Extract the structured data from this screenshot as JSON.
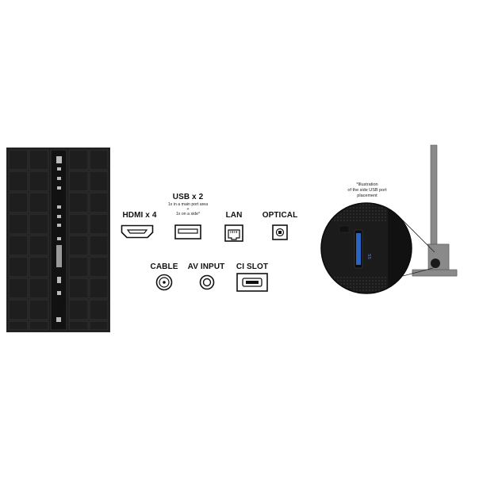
{
  "ports": {
    "hdmi": {
      "label": "HDMI x 4",
      "icon": "hdmi-port-icon"
    },
    "usb": {
      "label": "USB x 2",
      "note_line1": "1x in a main port area",
      "note_plus": "+",
      "note_line2": "1x on a side*",
      "icon": "usb-port-icon"
    },
    "lan": {
      "label": "LAN",
      "icon": "lan-port-icon"
    },
    "optical": {
      "label": "OPTICAL",
      "icon": "optical-port-icon"
    },
    "cable": {
      "label": "CABLE",
      "icon": "coax-port-icon"
    },
    "av_input": {
      "label": "AV INPUT",
      "icon": "av-jack-icon"
    },
    "ci_slot": {
      "label": "CI SLOT",
      "icon": "ci-slot-icon"
    }
  },
  "side_illustration": {
    "note_line1": "*Illustration",
    "note_line2": "of the side USB port",
    "note_line3": "placement",
    "usb_badge": "SS"
  },
  "colors": {
    "tv_panel": "#1b1b1b",
    "stand_gray": "#8a8a8a",
    "icon_stroke": "#111111"
  }
}
